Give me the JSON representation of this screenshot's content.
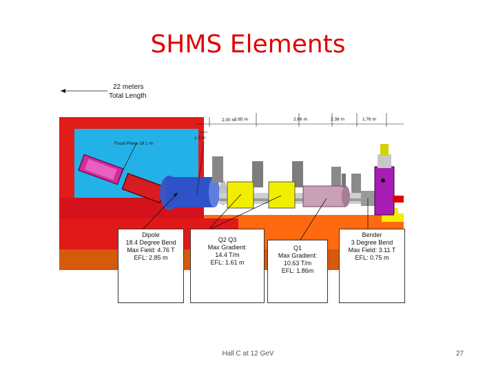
{
  "slide": {
    "title": "SHMS Elements",
    "footer": "Hall C at 12 GeV",
    "page_number": "27"
  },
  "diagram": {
    "total_length_value": "22 meters",
    "total_length_label": "Total Length",
    "focal_plane_label": "Focal Plane 18.1 m",
    "gap_label": "1.5 m",
    "segments": [
      "2.00 m",
      "2.65 m",
      "2.66 m",
      "2.38 m",
      "1.76 m"
    ]
  },
  "callouts": {
    "dipole": [
      "Dipole",
      "18.4 Degree Bend",
      "Max Field: 4.76 T",
      "EFL: 2.85 m"
    ],
    "q2q3": [
      "Q2 Q3",
      "Max Gradient:",
      "14.4 T/m",
      "EFL: 1.61 m"
    ],
    "q1": [
      "Q1",
      "Max Gradient:",
      "10.63 T/m",
      "EFL: 1.86m"
    ],
    "bender": [
      "Bender",
      "3 Degree Bend",
      "Max Field: 3.11 T",
      "EFL: 0.75 m"
    ]
  }
}
